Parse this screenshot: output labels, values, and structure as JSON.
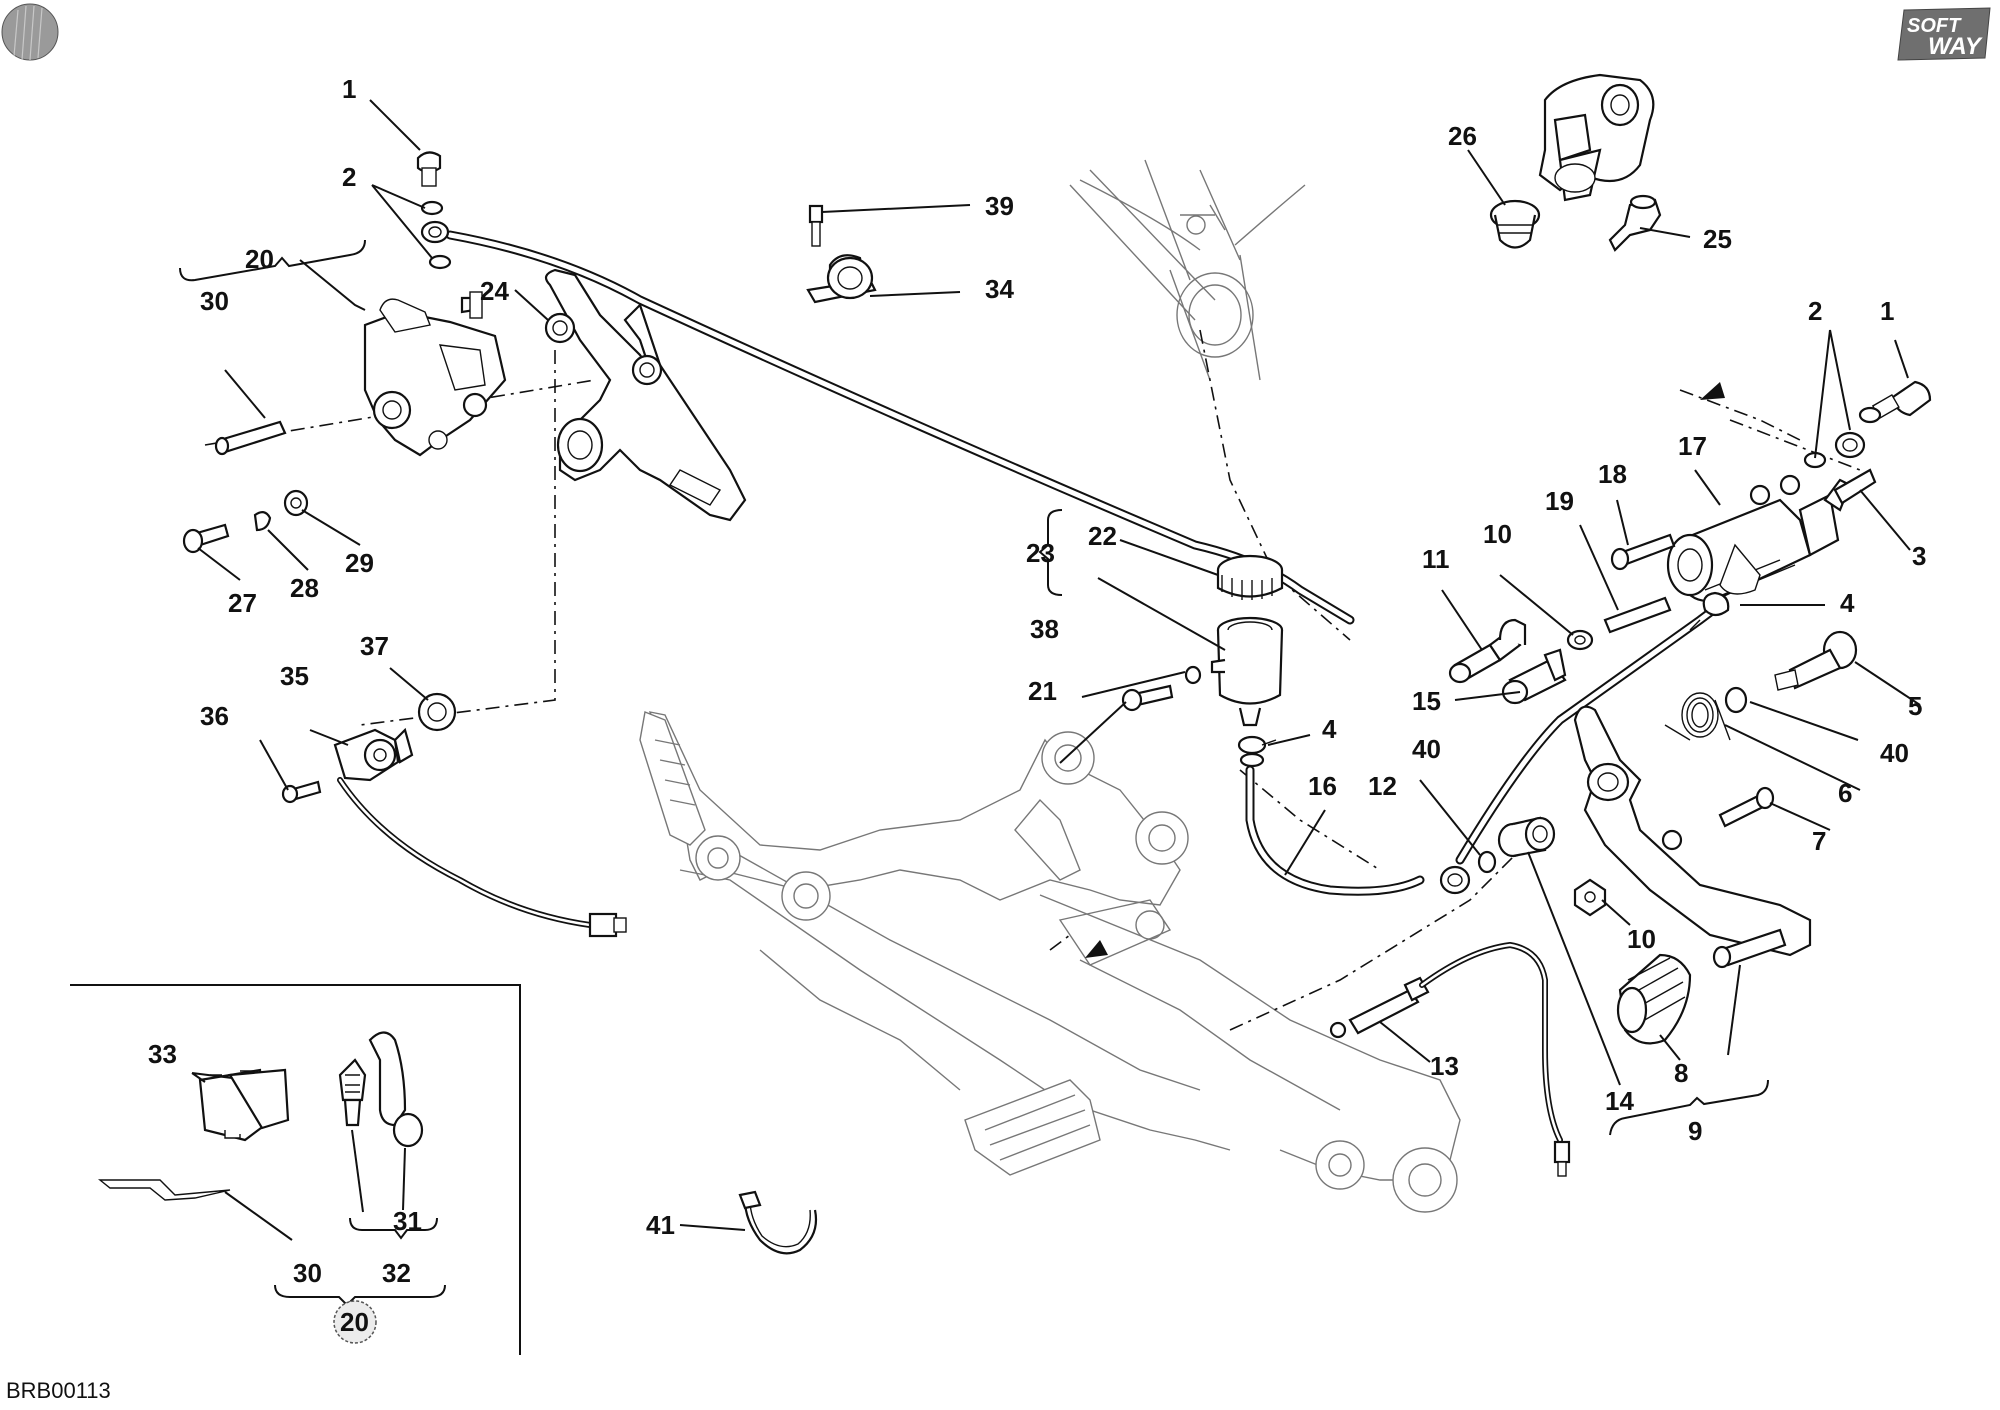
{
  "drawing_code": "BRB00113",
  "brand_logo": {
    "line1": "SOFT",
    "line2": "WAY"
  },
  "callouts": {
    "c1a": "1",
    "c2a": "2",
    "c20a": "20",
    "c30a": "30",
    "c24": "24",
    "c27": "27",
    "c28": "28",
    "c29": "29",
    "c39": "39",
    "c34": "34",
    "c26": "26",
    "c25": "25",
    "c2b": "2",
    "c1b": "1",
    "c17": "17",
    "c18": "18",
    "c3": "3",
    "c19": "19",
    "c10a": "10",
    "c11": "11",
    "c4a": "4",
    "c22": "22",
    "c23": "23",
    "c38": "38",
    "c21": "21",
    "c15": "15",
    "c4b": "4",
    "c5": "5",
    "c40a": "40",
    "c40b": "40",
    "c6": "6",
    "c16": "16",
    "c12": "12",
    "c7": "7",
    "c10b": "10",
    "c35": "35",
    "c36": "36",
    "c37": "37",
    "c13": "13",
    "c14": "14",
    "c8": "8",
    "c9": "9",
    "c33": "33",
    "c31": "31",
    "c30b": "30",
    "c32": "32",
    "c20b": "20",
    "c41": "41"
  }
}
